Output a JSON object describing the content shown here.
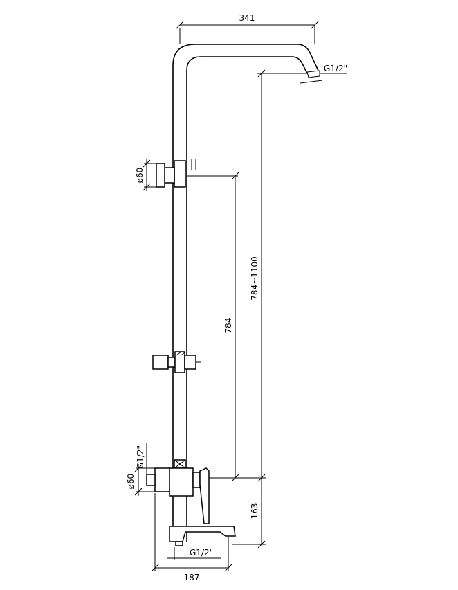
{
  "drawing": {
    "dimensions": {
      "arm_width": "341",
      "head_thread": "G1/2\"",
      "slide_height": "784~1100",
      "holder_height": "784",
      "outlet_height": "163",
      "holder_diameter": "ø60",
      "flange_diameter": "ø60",
      "inlet_thread_side": "G1/2\"",
      "inlet_thread_bottom": "G1/2\"",
      "projection": "187"
    }
  }
}
